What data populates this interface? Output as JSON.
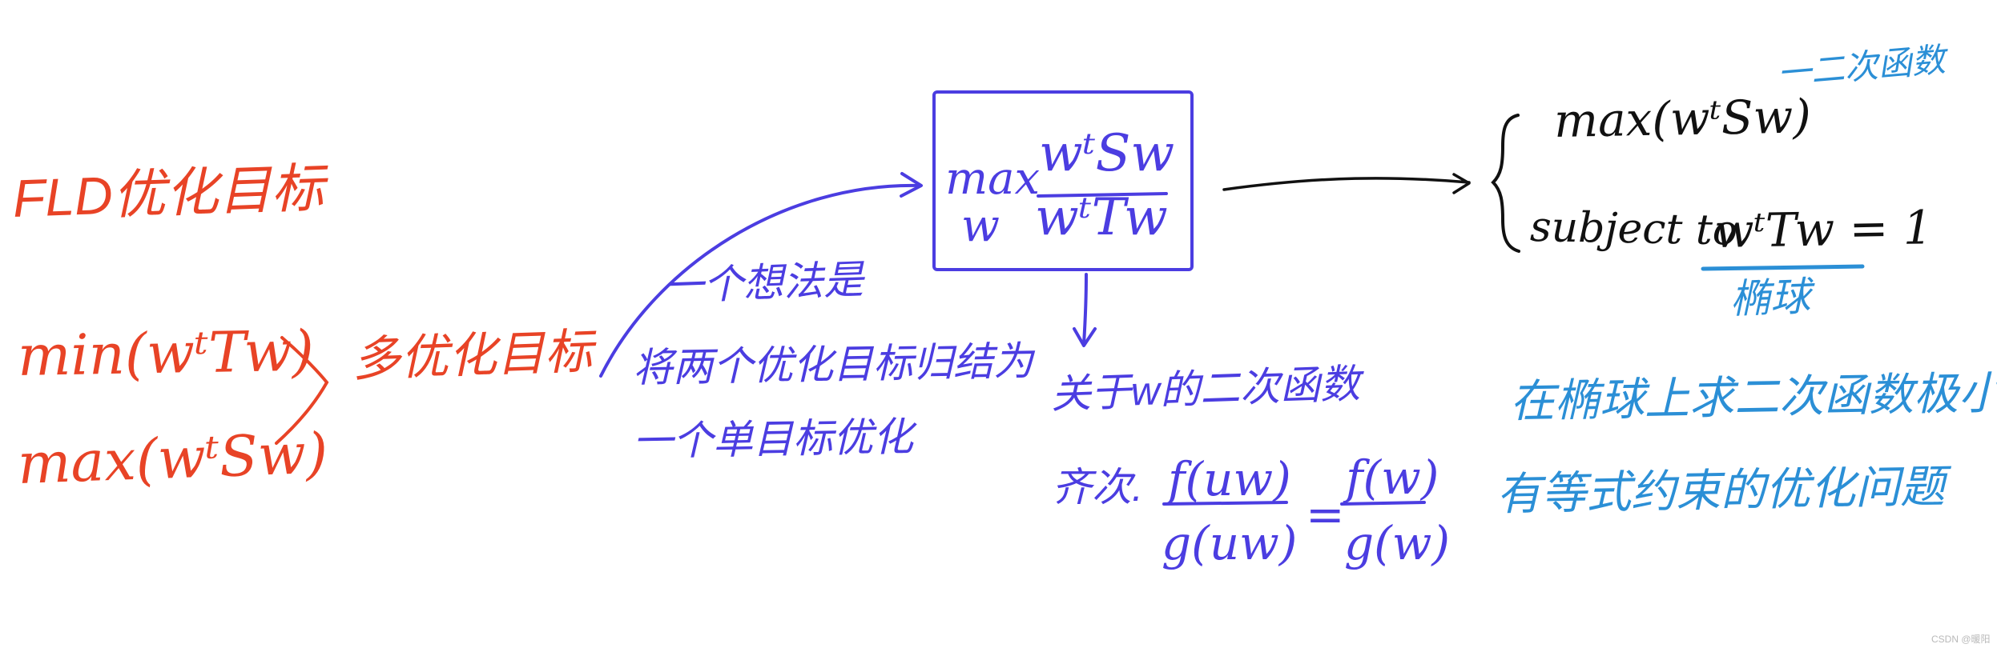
{
  "left_section": {
    "title": "FLD优化目标",
    "min_expr": "min(wᵗTw)",
    "max_expr": "max(wᵗSw)",
    "multi_objective_label": "多优化目标"
  },
  "idea_note": {
    "line1": "一个想法是",
    "line2": "将两个优化目标归结为",
    "line3": "一个单目标优化"
  },
  "boxed_formula": {
    "operator": "max",
    "subscript": "w",
    "numerator": "wᵗSw",
    "denominator": "wᵗTw"
  },
  "homogeneous_note": {
    "line1": "关于w的二次函数",
    "label": "齐次.",
    "left_numerator": "f(uw)",
    "left_denominator": "g(uw)",
    "equals": "=",
    "right_numerator": "f(w)",
    "right_denominator": "g(w)"
  },
  "right_section": {
    "objective": "max(wᵗSw)",
    "quadratic_note": "一二次函数",
    "subject_label": "subject to",
    "constraint": "wᵗTw = 1",
    "ellipsoid_label": "椭球"
  },
  "conclusion": {
    "line1": "在椭球上求二次函数极小值",
    "line2": "有等式约束的优化问题"
  },
  "watermark": "CSDN @暖阳",
  "colors": {
    "red": "#e84326",
    "purple": "#4b3de1",
    "black": "#111111",
    "blue": "#2b8fd6"
  }
}
